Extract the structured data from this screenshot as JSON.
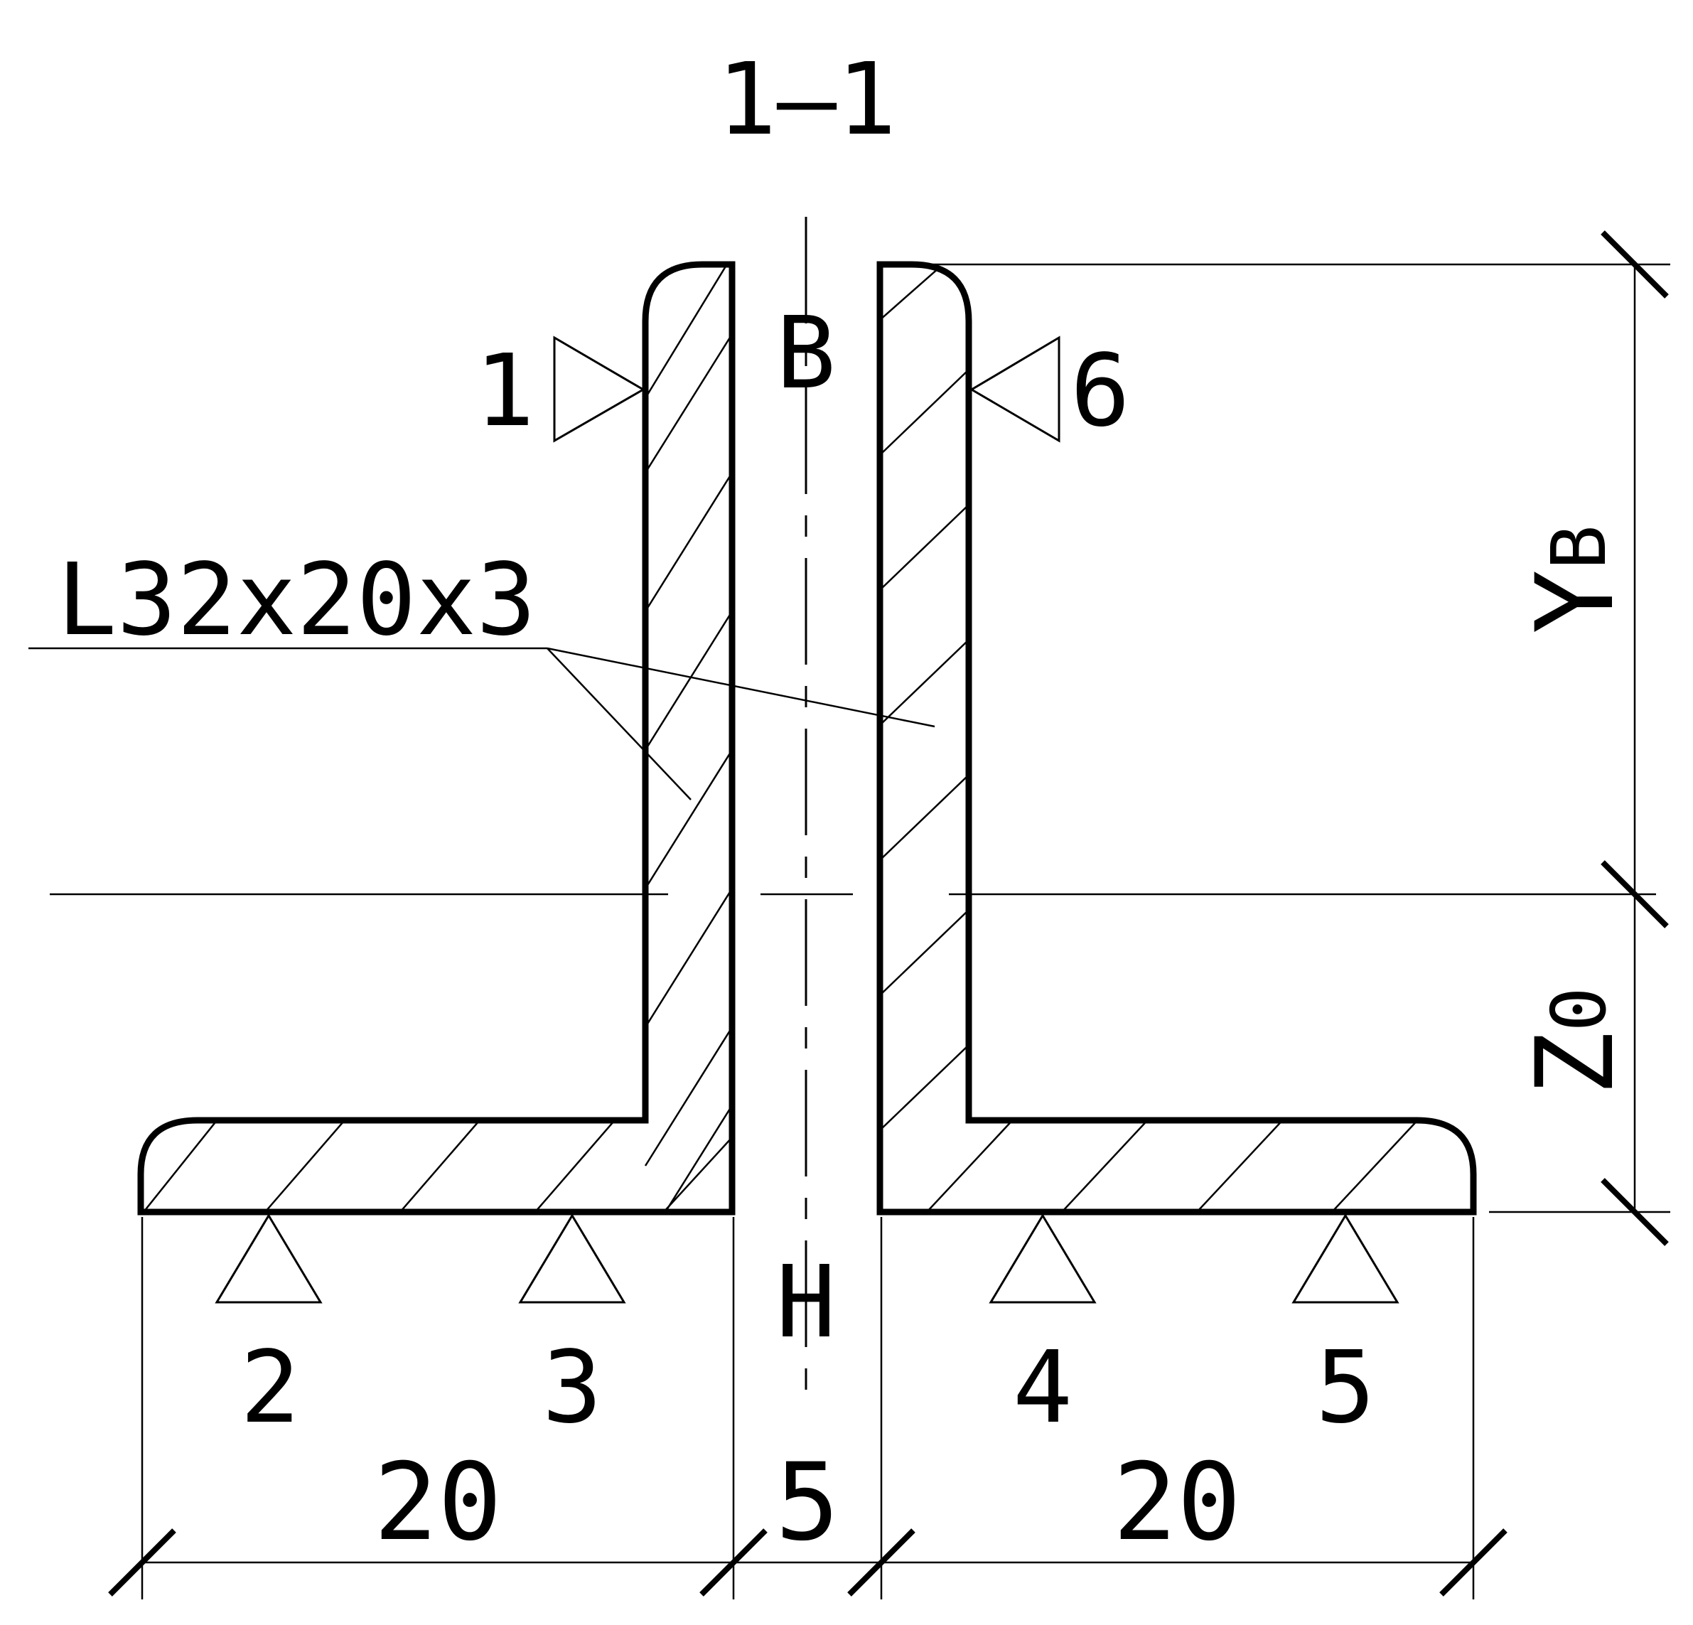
{
  "section_title": "1–1",
  "profile_label": "L32x20x3",
  "axis_top_label": "В",
  "axis_bottom_label": "Н",
  "points": [
    {
      "label": "1"
    },
    {
      "label": "2"
    },
    {
      "label": "3"
    },
    {
      "label": "4"
    },
    {
      "label": "5"
    },
    {
      "label": "6"
    }
  ],
  "dimensions": {
    "left_width": "20",
    "gap": "5",
    "right_width": "20",
    "yb_main": "Y",
    "yb_sub": "В",
    "z0_main": "Z",
    "z0_sub": "0"
  }
}
